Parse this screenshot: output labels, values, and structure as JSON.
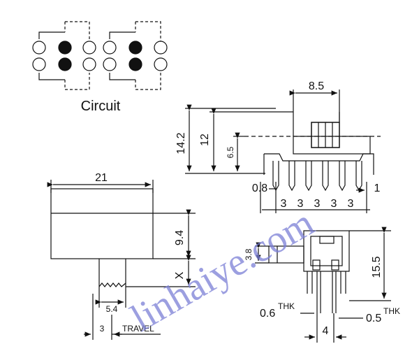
{
  "circuit": {
    "title": "Circuit",
    "pins": [
      {
        "row": 1,
        "filled": [
          false,
          true,
          false,
          false,
          true,
          false
        ]
      },
      {
        "row": 2,
        "filled": [
          false,
          true,
          false,
          false,
          true,
          false
        ]
      }
    ]
  },
  "front_view": {
    "width": "21",
    "height": "9.4",
    "x_label": "X",
    "actuator_width": "5.4",
    "travel_value": "3",
    "travel_label": "TRAVEL"
  },
  "side_view": {
    "top_width": "8.5",
    "overall_height": "14.2",
    "body_height": "12",
    "actuator_height": "6.5",
    "pin_gap": "0.8",
    "edge_gap": "1",
    "pin_pitch": [
      "3",
      "3",
      "3",
      "3",
      "3"
    ]
  },
  "bottom_view": {
    "actuator_dia": "3.8",
    "height": "15.5",
    "pin_thk_left": "0.6",
    "pin_thk_right": "0.5",
    "thk_label": "THK",
    "pin_spacing": "4"
  },
  "watermark": "linhaiye.com"
}
